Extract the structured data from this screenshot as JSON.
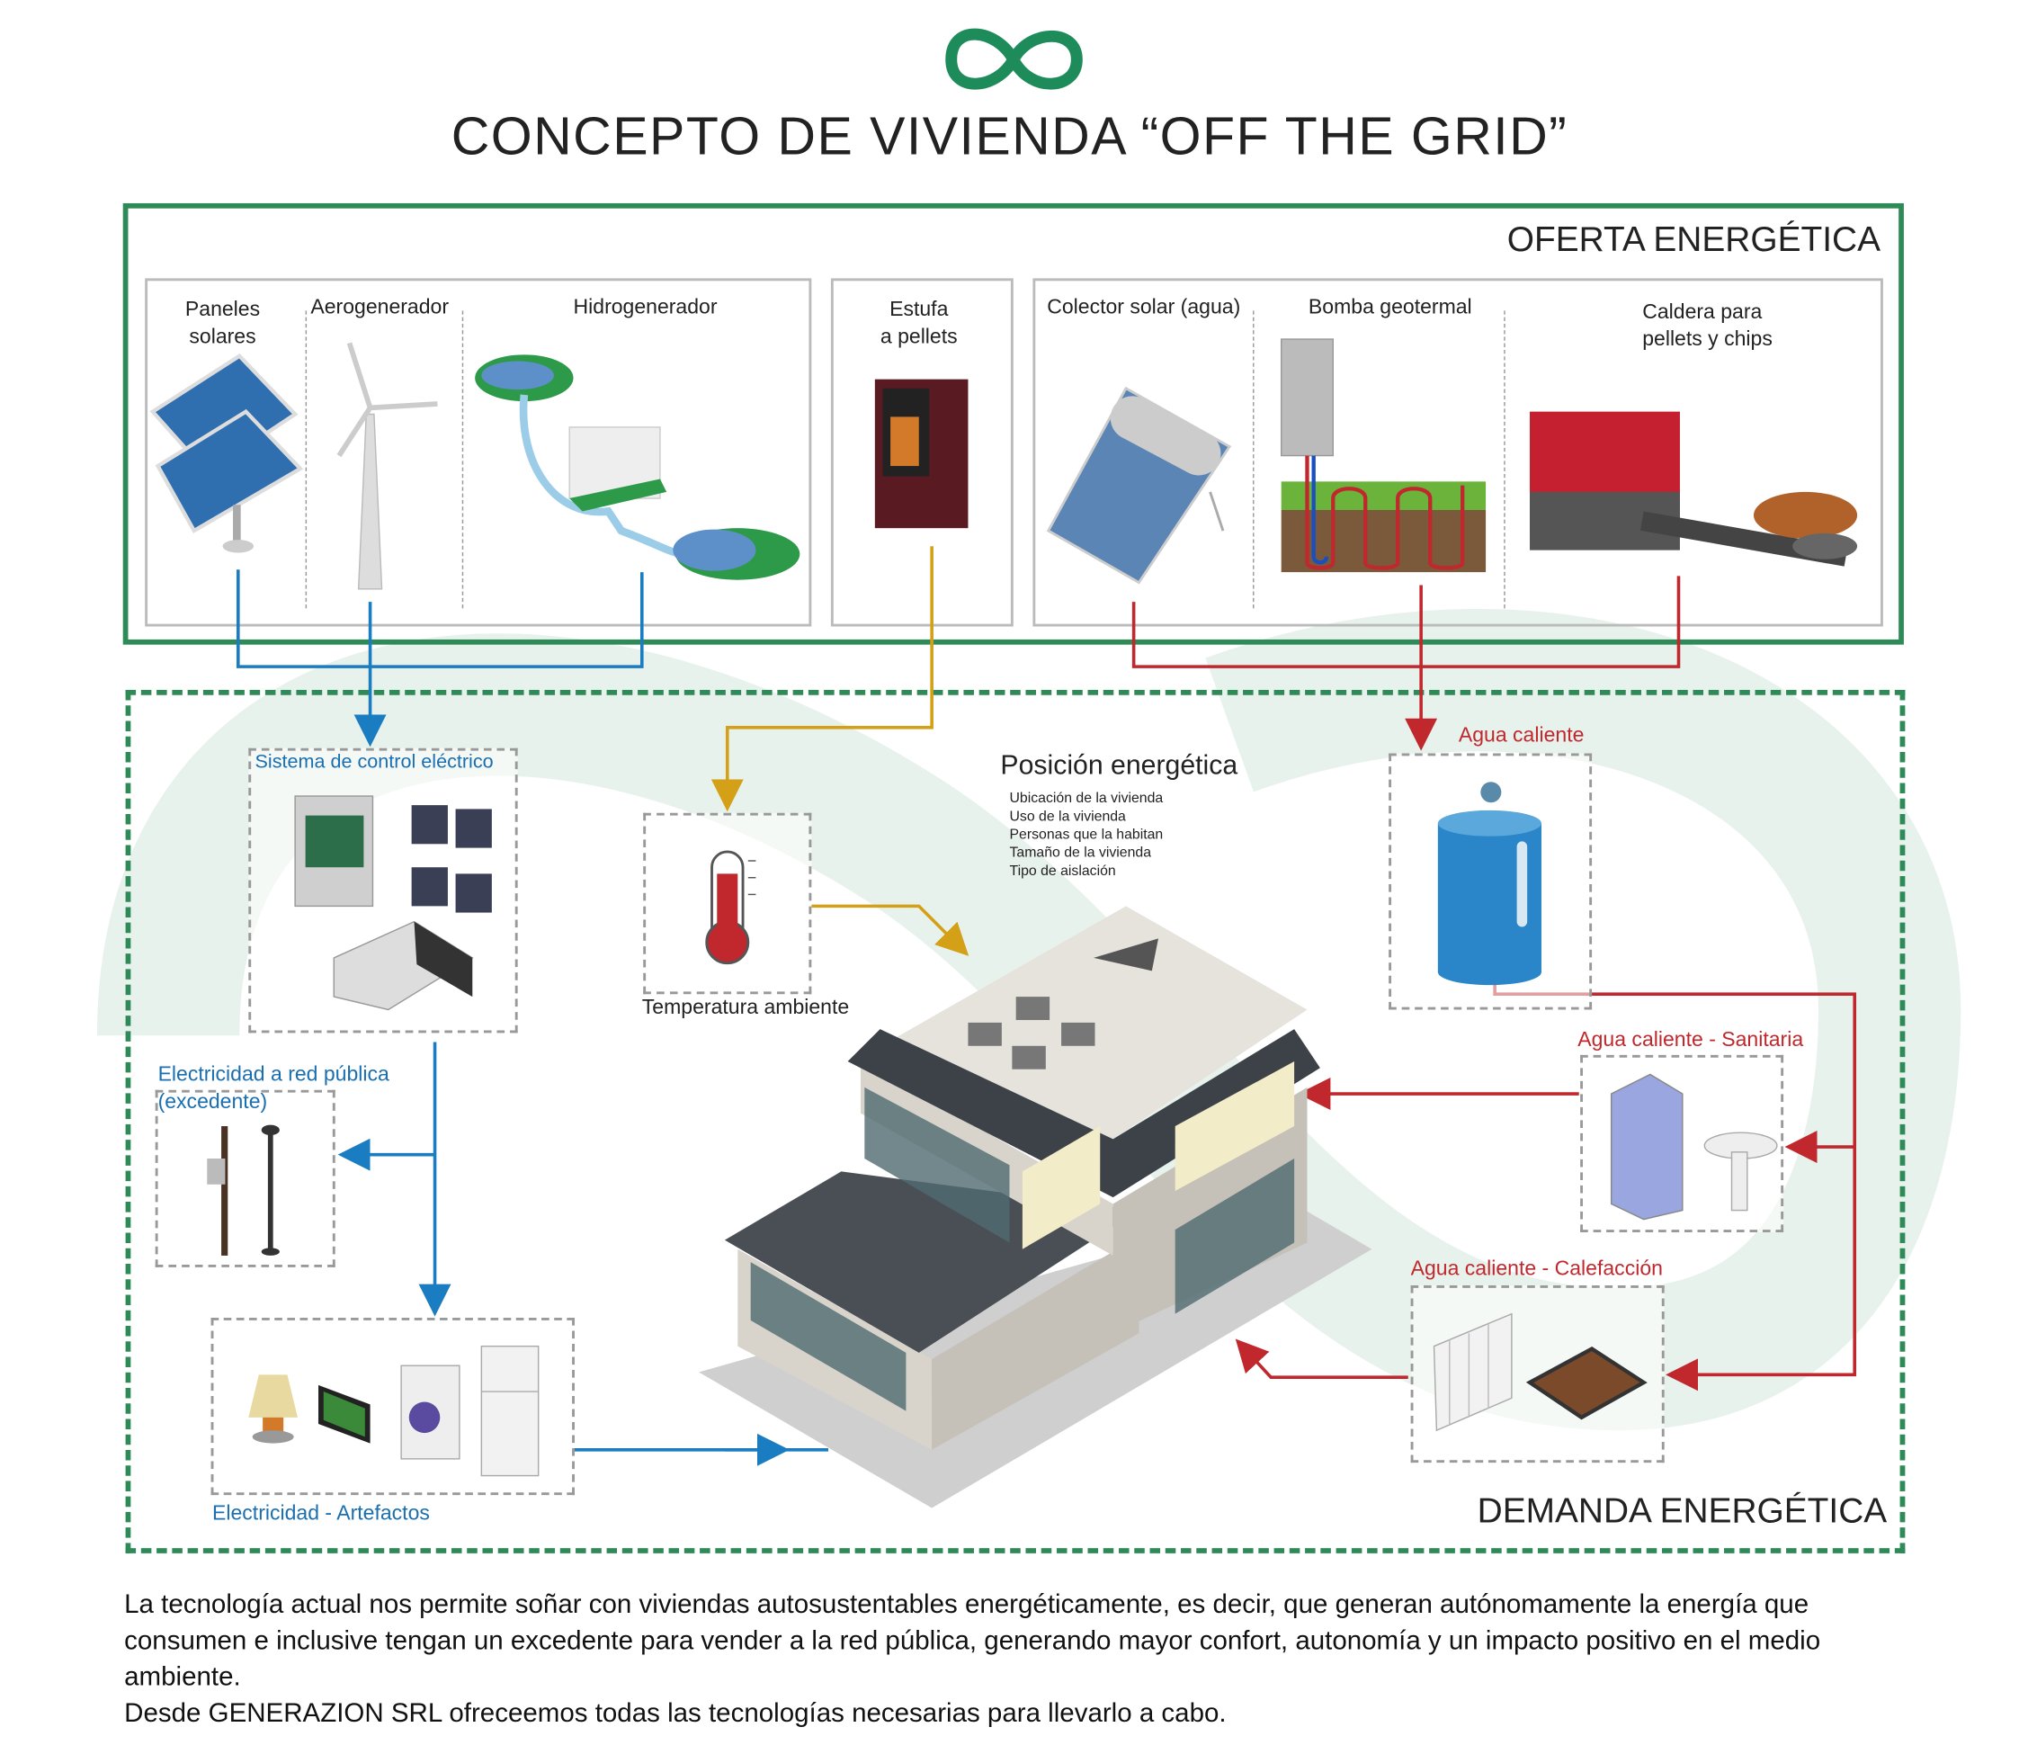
{
  "header": {
    "title": "CONCEPTO DE VIVIENDA “OFF THE GRID”",
    "logo": "generazion-infinity-leaf-logo"
  },
  "supply": {
    "title": "OFERTA ENERGÉTICA",
    "items": [
      {
        "label": "Paneles\nsolares"
      },
      {
        "label": "Aerogenerador"
      },
      {
        "label": "Hidrogenerador"
      },
      {
        "label": "Estufa\na pellets"
      },
      {
        "label": "Colector solar (agua)"
      },
      {
        "label": "Bomba geotermal"
      },
      {
        "label": "Caldera para\npellets y chips"
      }
    ]
  },
  "demand": {
    "title": "DEMANDA ENERGÉTICA",
    "control": "Sistema de control eléctrico",
    "grid": "Electricidad a red pública\n(excedente)",
    "appliances": "Electricidad - Artefactos",
    "temperature": "Temperatura ambiente",
    "hot_water": "Agua caliente",
    "sanitary": "Agua caliente - Sanitaria",
    "heating": "Agua caliente - Calefacción",
    "position": {
      "title": "Posición energética",
      "items": [
        "Ubicación de la vivienda",
        "Uso de la vivienda",
        "Personas que la habitan",
        "Tamaño de la vivienda",
        "Tipo de aislación"
      ]
    }
  },
  "footer": {
    "paragraph": "La tecnología actual nos permite soñar con viviendas autosustentables energéticamente, es decir, que generan autónomamente la energía que consumen e inclusive tengan un excedente para vender a la red pública, generando mayor confort, autonomía y un impacto positivo en el medio ambiente.",
    "closing": "Desde GENERAZION SRL ofreceemos todas las tecnologías necesarias para llevarlo a cabo."
  },
  "colors": {
    "green": "#1e8c5a",
    "blue": "#1a7cc1",
    "yellow": "#d4a017",
    "red": "#c0282d"
  }
}
